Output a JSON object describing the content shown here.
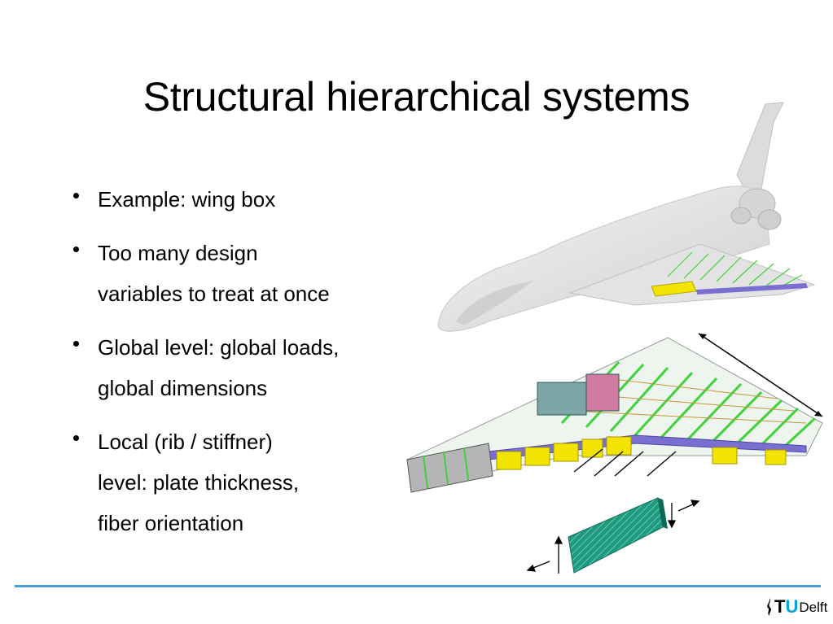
{
  "slide": {
    "title": "Structural hierarchical systems",
    "bullets": [
      {
        "lines": [
          "Example: wing box"
        ]
      },
      {
        "lines": [
          "Too many design",
          "variables to treat at once"
        ]
      },
      {
        "lines": [
          "Global level: global loads,",
          "global dimensions"
        ]
      },
      {
        "lines": [
          "Local (rib / stiffner)",
          "level: plate thickness,",
          "fiber orientation"
        ]
      }
    ]
  },
  "illustration": {
    "parts": [
      "space-shuttle",
      "wing-box-exploded",
      "composite-panel"
    ],
    "colors": {
      "shuttle_body": "#e6e6e6",
      "rib_green": "#3fd23a",
      "spar_purple": "#7a6fd0",
      "panel_yellow": "#f2e400",
      "composite_teal": "#1f9a80"
    }
  },
  "footer": {
    "rule_color": "#4a9fd6",
    "logo_t": "T",
    "logo_u": "U",
    "logo_delft": "Delft"
  }
}
